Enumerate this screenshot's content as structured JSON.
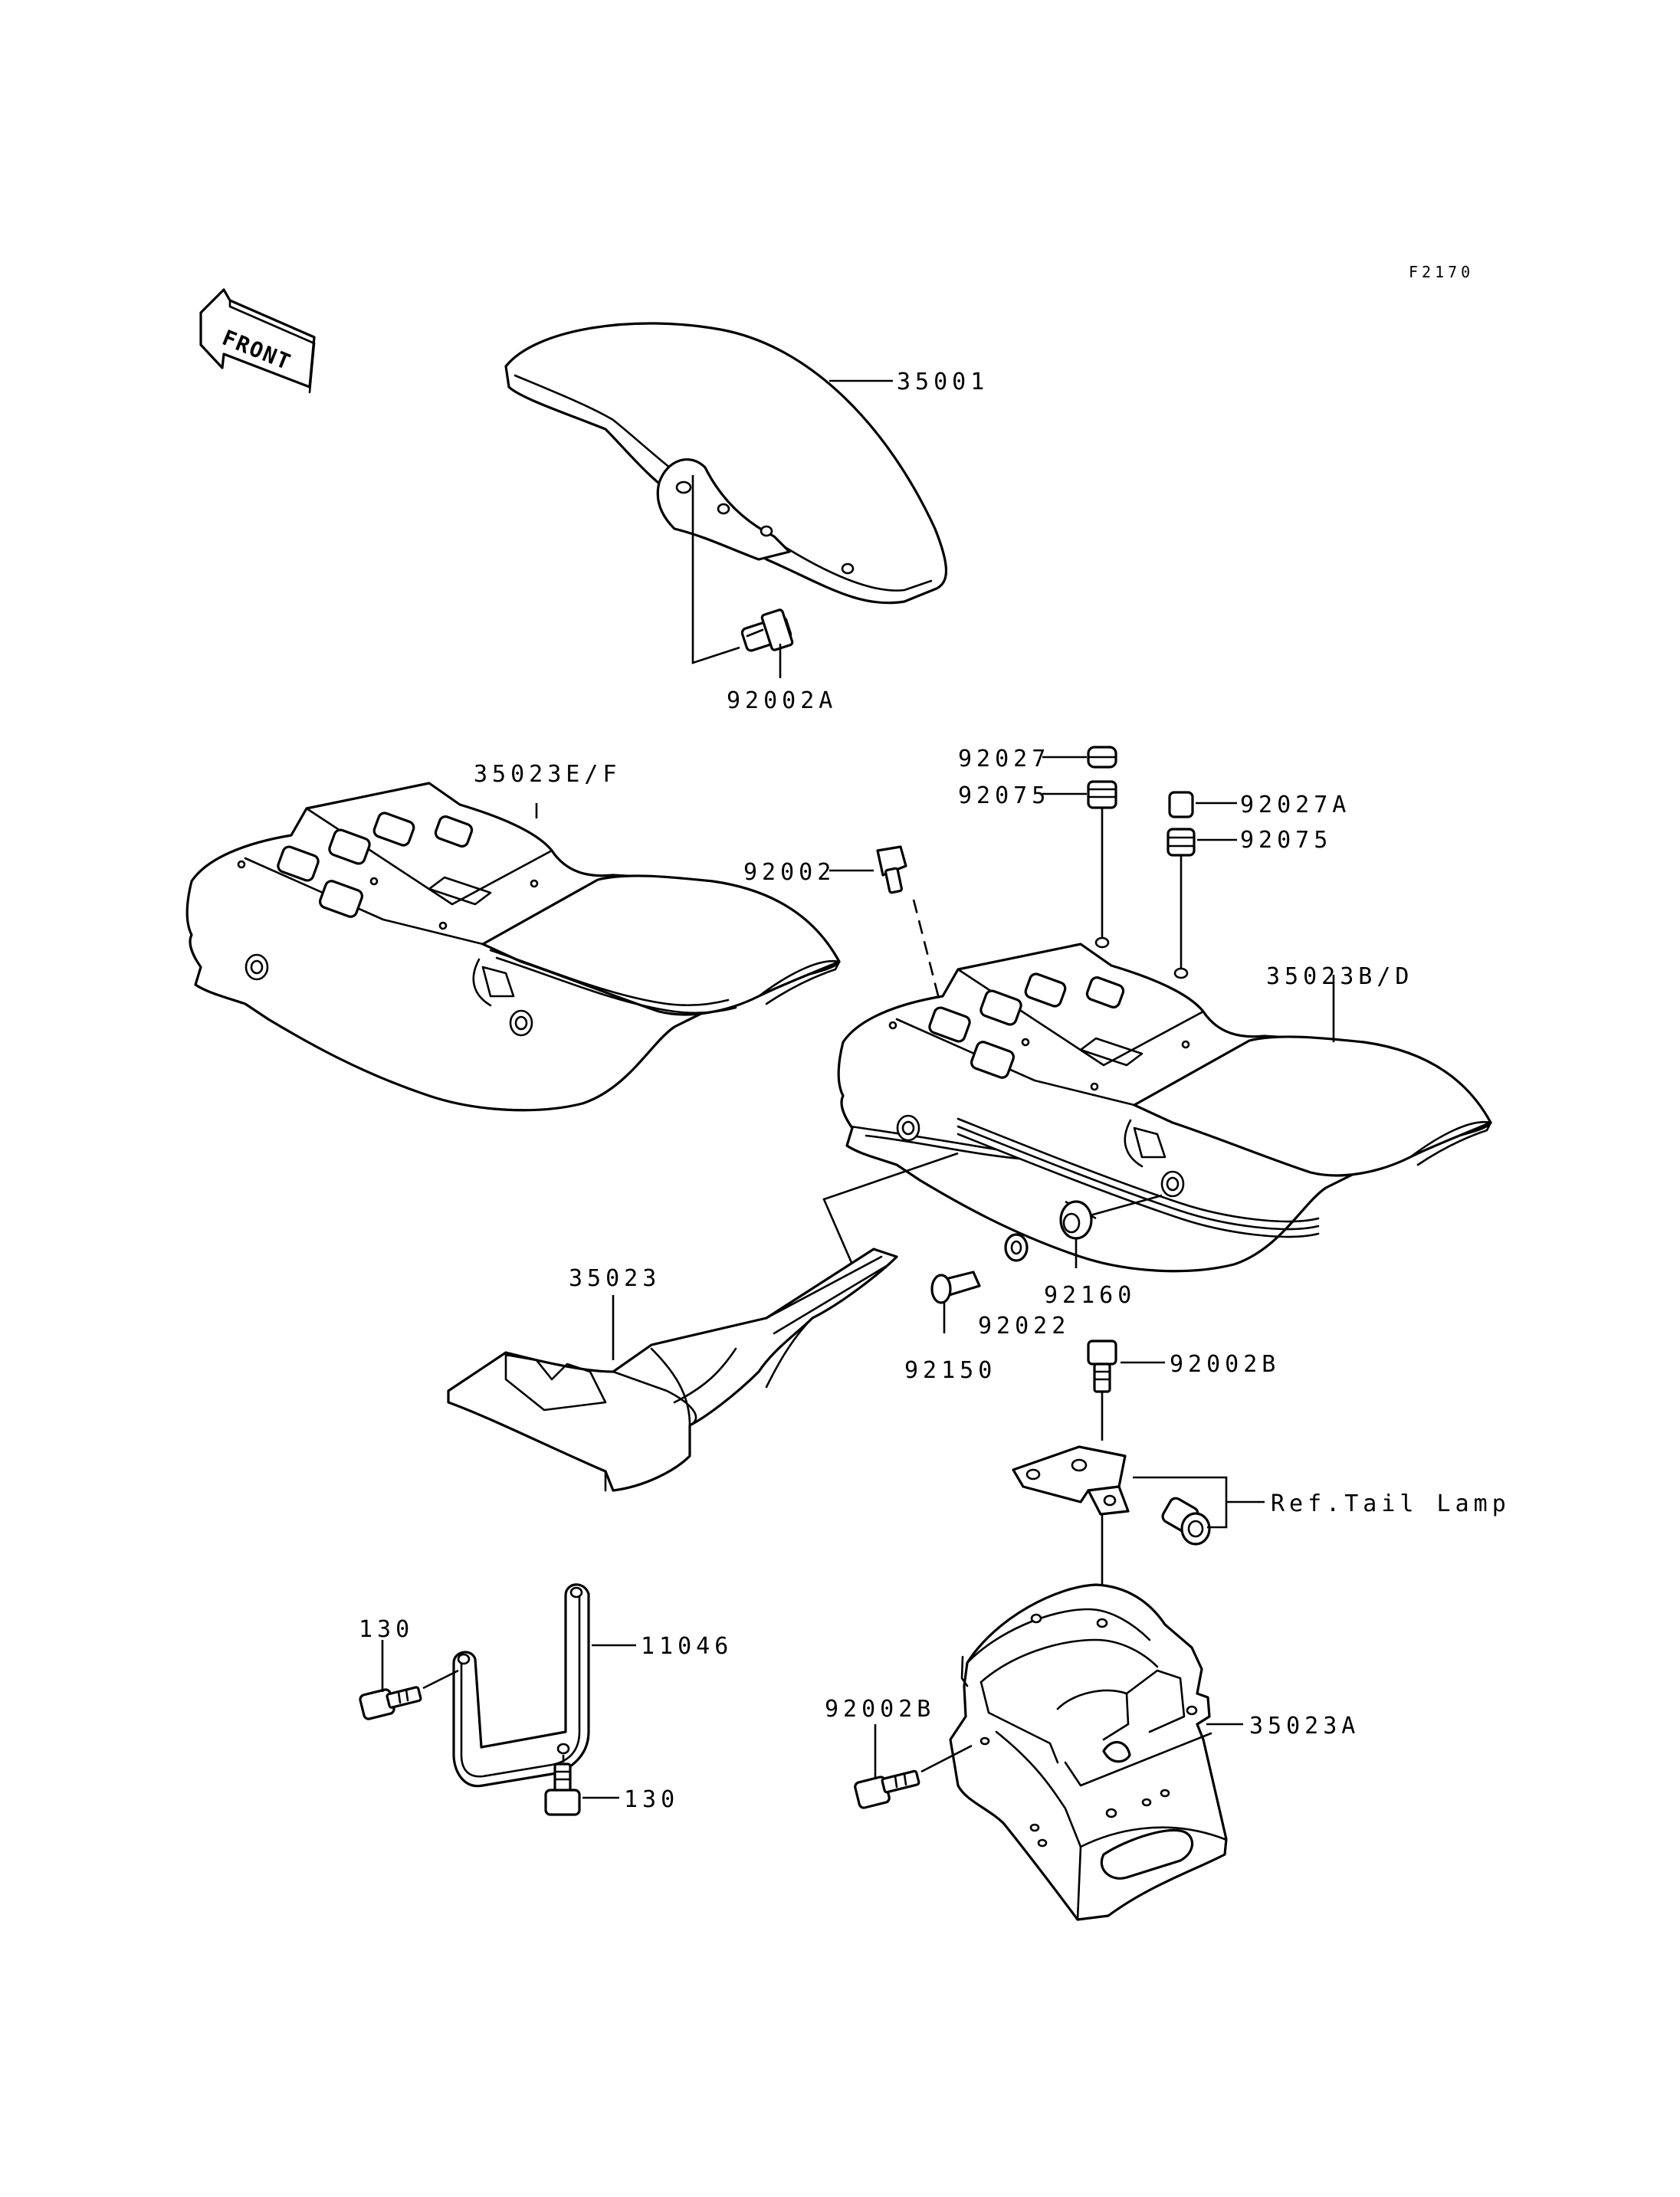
{
  "figure_code": "F2170",
  "front_indicator": "FRONT",
  "labels": {
    "front_fender": "35001",
    "bolt_front_fender": "92002A",
    "rear_fender_ef": "35023E/F",
    "grommet": "92027",
    "damper_a": "92075",
    "collar": "92027A",
    "damper_b": "92075",
    "bolt": "92002",
    "rear_fender_bd": "35023B/D",
    "rear_fender_inner": "35023",
    "washer": "92022",
    "damper_c": "92160",
    "pin": "92150",
    "bolt_b_top": "92002B",
    "ref_tail_lamp": "Ref.Tail Lamp",
    "bracket": "11046",
    "bolt_130_top": "130",
    "bolt_130_bottom": "130",
    "bolt_b_bottom": "92002B",
    "rear_flap": "35023A"
  }
}
